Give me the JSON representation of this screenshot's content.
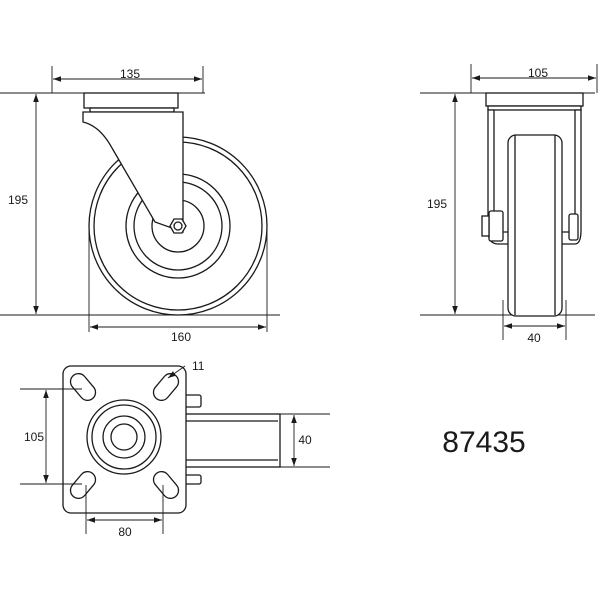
{
  "part_number": "87435",
  "side_view": {
    "dimensions": {
      "plate_width": "135",
      "height": "195",
      "wheel_diameter": "160"
    }
  },
  "front_view": {
    "dimensions": {
      "plate_width": "105",
      "height": "195",
      "wheel_width": "40"
    }
  },
  "top_view": {
    "dimensions": {
      "bolt_spacing_y": "105",
      "bolt_spacing_x": "80",
      "slot_width": "11",
      "wheel_width": "40"
    }
  }
}
